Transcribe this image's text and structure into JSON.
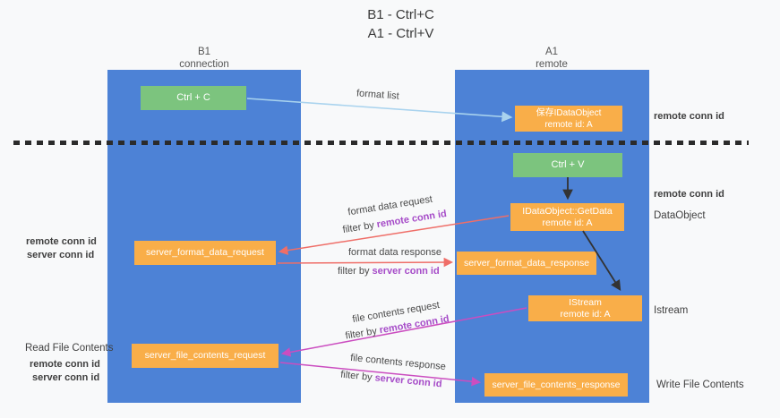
{
  "title": {
    "line1": "B1 - Ctrl+C",
    "line2": "A1 - Ctrl+V"
  },
  "lanes": {
    "left": {
      "name": "B1",
      "sub": "connection"
    },
    "right": {
      "name": "A1",
      "sub": "remote"
    }
  },
  "boxes": {
    "ctrl_c": {
      "label": "Ctrl + C"
    },
    "save_idataobject": {
      "line1": "保存IDataObject",
      "line2": "remote id: A"
    },
    "ctrl_v": {
      "label": "Ctrl + V"
    },
    "getdata": {
      "line1": "IDataObject::GetData",
      "line2": "remote id: A"
    },
    "format_request": {
      "label": "server_format_data_request"
    },
    "format_response": {
      "label": "server_format_data_response"
    },
    "istream": {
      "line1": "IStream",
      "line2": "remote id: A"
    },
    "file_request": {
      "label": "server_file_contents_request"
    },
    "file_response": {
      "label": "server_file_contents_response"
    }
  },
  "arrow_labels": {
    "format_list": "format list",
    "format_data_request": "format data request",
    "format_data_response": "format data response",
    "file_contents_request": "file contents request",
    "file_contents_response": "file contents response",
    "filter_by": "filter by ",
    "remote_conn_id": "remote conn id",
    "server_conn_id": "server conn id"
  },
  "side_labels": {
    "remote_conn_id_top": "remote conn id",
    "remote_conn_id_mid": "remote conn id",
    "dataobject": "DataObject",
    "istream": "Istream",
    "write_file_contents": "Write File Contents",
    "read_file_contents": "Read File Contents",
    "left_remote_conn_id_1": "remote conn id",
    "left_server_conn_id_1": "server conn id",
    "left_remote_conn_id_2": "remote conn id",
    "left_server_conn_id_2": "server conn id"
  },
  "colors": {
    "lane_blue": "#4d82d6",
    "box_green": "#7cc47e",
    "box_orange": "#f9ae49",
    "arrow_lightblue": "#a9d3ee",
    "arrow_red": "#ef6e68",
    "arrow_magenta": "#cb4dc0",
    "arrow_black": "#333333",
    "label_purple": "#a64cc8",
    "label_green": "#6cbf6e"
  }
}
